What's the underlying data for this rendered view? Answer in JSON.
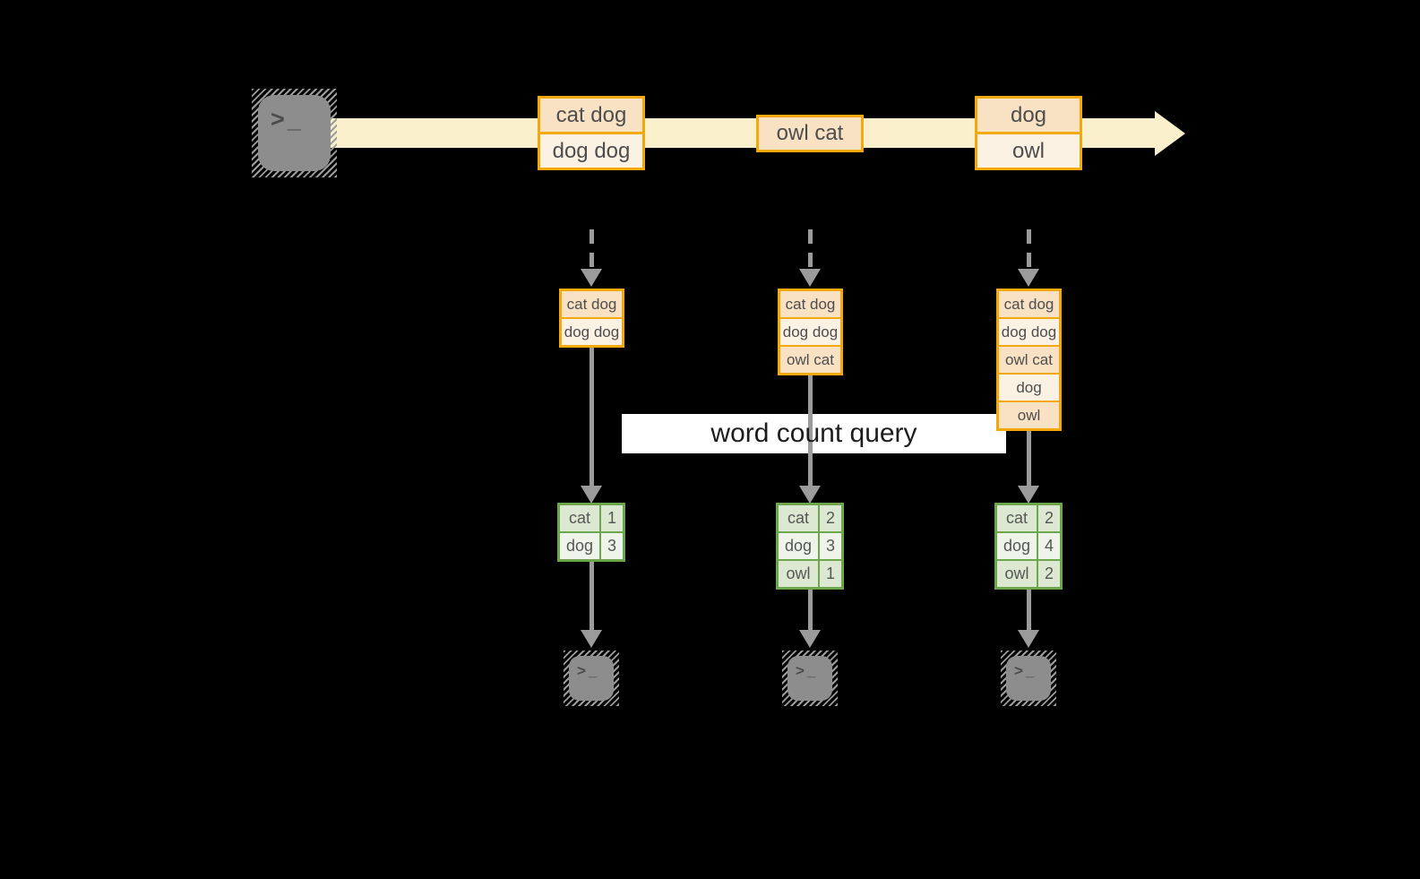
{
  "query_band": {
    "label": "word count query"
  },
  "stream": {
    "source_icon": "terminal-icon",
    "prompt_glyph": ">",
    "cursor_glyph": "_",
    "events": [
      {
        "rows": [
          "cat dog",
          "dog dog"
        ]
      },
      {
        "rows": [
          "owl cat"
        ]
      },
      {
        "rows": [
          "dog",
          "owl"
        ]
      }
    ]
  },
  "micro_batches": [
    {
      "rows": [
        "cat dog",
        "dog dog"
      ]
    },
    {
      "rows": [
        "cat dog",
        "dog dog",
        "owl cat"
      ]
    },
    {
      "rows": [
        "cat dog",
        "dog dog",
        "owl cat",
        "dog",
        "owl"
      ]
    }
  ],
  "counts": [
    {
      "rows": [
        {
          "word": "cat",
          "count": "1"
        },
        {
          "word": "dog",
          "count": "3"
        }
      ]
    },
    {
      "rows": [
        {
          "word": "cat",
          "count": "2"
        },
        {
          "word": "dog",
          "count": "3"
        },
        {
          "word": "owl",
          "count": "1"
        }
      ]
    },
    {
      "rows": [
        {
          "word": "cat",
          "count": "2"
        },
        {
          "word": "dog",
          "count": "4"
        },
        {
          "word": "owl",
          "count": "2"
        }
      ]
    }
  ],
  "colors": {
    "background": "#000000",
    "stream_band": "#FAF0CC",
    "event_border": "#F3A90C",
    "event_fill_dark": "#F9E1C4",
    "event_fill_light": "#FCF2E4",
    "table_border": "#6CA74E",
    "table_fill_dark": "#DCE8D2",
    "table_fill_light": "#EFF4EB",
    "arrow_gray": "#9B9B9B",
    "terminal_gray": "#8D8D8D",
    "text_dark": "#4D4D4D",
    "query_text": "#1D1D1D",
    "query_band_bg": "#FFFFFF"
  }
}
